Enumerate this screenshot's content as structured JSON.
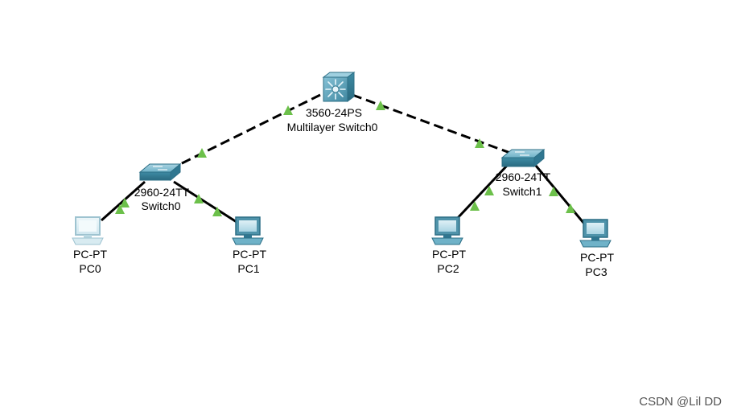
{
  "devices": {
    "multilayer_switch": {
      "model": "3560-24PS",
      "name": "Multilayer Switch0"
    },
    "switch0": {
      "model": "2960-24TT",
      "name": "Switch0"
    },
    "switch1": {
      "model": "2960-24TT",
      "name": "Switch1"
    },
    "pc0": {
      "model": "PC-PT",
      "name": "PC0"
    },
    "pc1": {
      "model": "PC-PT",
      "name": "PC1"
    },
    "pc2": {
      "model": "PC-PT",
      "name": "PC2"
    },
    "pc3": {
      "model": "PC-PT",
      "name": "PC3"
    }
  },
  "links": [
    {
      "from": "multilayer_switch",
      "to": "switch0",
      "type": "crossover",
      "status": "up"
    },
    {
      "from": "multilayer_switch",
      "to": "switch1",
      "type": "crossover",
      "status": "up"
    },
    {
      "from": "switch0",
      "to": "pc0",
      "type": "straight-through",
      "status": "up"
    },
    {
      "from": "switch0",
      "to": "pc1",
      "type": "straight-through",
      "status": "up"
    },
    {
      "from": "switch1",
      "to": "pc2",
      "type": "straight-through",
      "status": "up"
    },
    {
      "from": "switch1",
      "to": "pc3",
      "type": "straight-through",
      "status": "up"
    }
  ],
  "colors": {
    "link": "#000000",
    "link_up_indicator": "#6cc04a",
    "device_body": "#4f93aa",
    "pc0_faded": "#b9dbe6"
  },
  "watermark": "CSDN @Lil DD"
}
